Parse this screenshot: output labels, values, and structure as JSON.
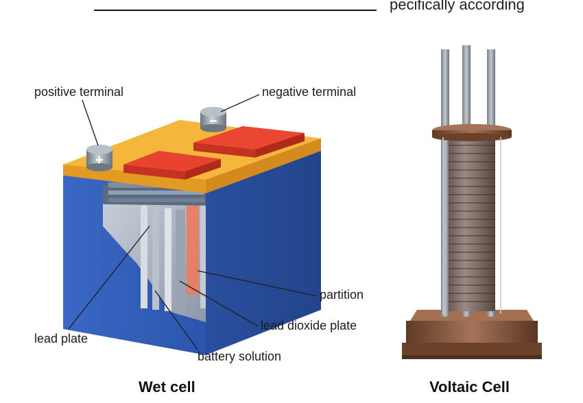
{
  "header": {
    "trailing_text": "pecifically according"
  },
  "wet_cell": {
    "caption": "Wet cell",
    "labels": {
      "positive_terminal": "positive terminal",
      "negative_terminal": "negative terminal",
      "partition": "partition",
      "lead_dioxide_plate": "lead dioxide plate",
      "lead_plate": "lead plate",
      "battery_solution": "battery solution"
    },
    "terminal_signs": {
      "positive": "+",
      "negative": "−"
    }
  },
  "voltaic_cell": {
    "caption": "Voltaic Cell"
  },
  "colors": {
    "case_blue": "#2f5db8",
    "lid_orange": "#f4b43a",
    "cap_red": "#e5402f",
    "terminal_gray": "#8c9aa6",
    "copper": "#8a5a3c"
  }
}
